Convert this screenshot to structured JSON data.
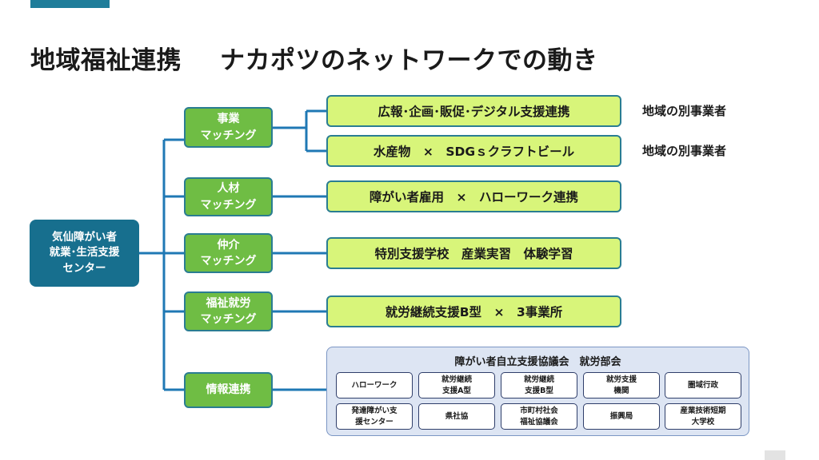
{
  "title": {
    "part1": "地域福祉連携",
    "part2": "ナカポツのネットワークでの動き"
  },
  "center": {
    "label": "気仙障がい者\n就業･生活支援\nセンター"
  },
  "categories": [
    {
      "label": "事業\nマッチング"
    },
    {
      "label": "人材\nマッチング"
    },
    {
      "label": "仲介\nマッチング"
    },
    {
      "label": "福祉就労\nマッチング"
    },
    {
      "label": "情報連携"
    }
  ],
  "items": [
    {
      "label": "広報･企画･販促･デジタル支援連携",
      "note": "地域の別事業者"
    },
    {
      "label": "水産物　×　SDGｓクラフトビール",
      "note": "地域の別事業者"
    },
    {
      "label": "障がい者雇用　×　ハローワーク連携"
    },
    {
      "label": "特別支援学校　産業実習　体験学習"
    },
    {
      "label": "就労継続支援B型　×　3事業所"
    }
  ],
  "council": {
    "title": "障がい者自立支援協議会　就労部会",
    "members": [
      "ハローワーク",
      "就労継続\n支援A型",
      "就労継続\n支援B型",
      "就労支援\n機関",
      "圏域行政",
      "発達障がい支\n援センター",
      "県社協",
      "市町村社会\n福祉協議会",
      "振興局",
      "産業技術短期\n大学校"
    ]
  },
  "colors": {
    "accent": "#1f7d9a",
    "center_box": "#176f8e",
    "category_box": "#6fbd44",
    "item_box": "#d8f57a",
    "connector": "#1f78b4",
    "council_bg": "#dde5f3"
  }
}
